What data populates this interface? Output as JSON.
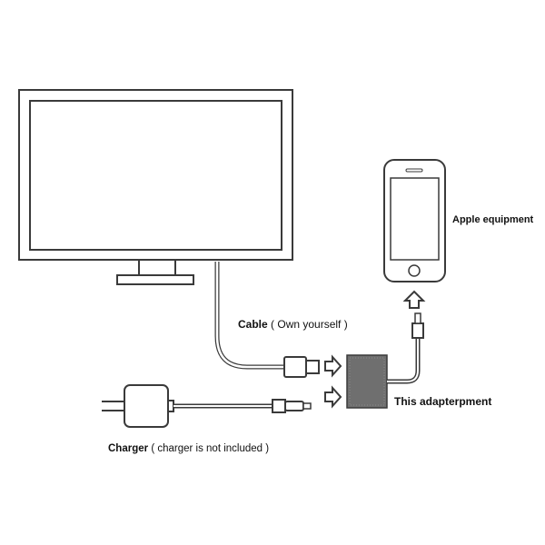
{
  "labels": {
    "cable_title": "Cable",
    "cable_note": "( Own yourself )",
    "apple": "Apple equipment",
    "adapter": "This adapterpment",
    "charger_title": "Charger",
    "charger_note": "( charger is not included )"
  },
  "colors": {
    "stroke": "#3a3a3a",
    "adapter_fill": "#6f6f6f",
    "background": "#ffffff"
  }
}
